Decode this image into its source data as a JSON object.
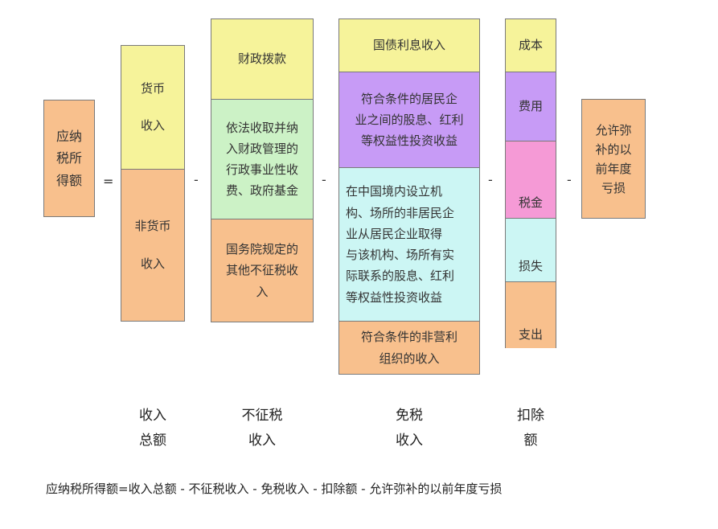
{
  "diagram": {
    "colors": {
      "orange": "#f8c08d",
      "yellow": "#f6f39a",
      "green": "#ccf2c6",
      "purple": "#c79bf6",
      "cyan": "#ccf6f4",
      "pink": "#f59ad6",
      "border": "#7a7a7a"
    },
    "taxable_income": "应纳\n税所\n得额",
    "op_equal": "=",
    "op_minus_1": "-",
    "op_minus_2": "-",
    "op_minus_3": "-",
    "op_minus_4": "-",
    "total_income": {
      "monetary": "货币\n\n收入",
      "non_monetary": "非货币\n\n收入",
      "caption": "收入\n总额"
    },
    "non_taxable": {
      "fiscal_allocation": "财政拨款",
      "admin_fees": "依法收取并纳\n入财政管理的\n行政事业性收\n费、政府基金",
      "other_state_council": "国务院规定的\n其他不征税收\n入",
      "caption": "不征税\n收入"
    },
    "tax_exempt": {
      "treasury_interest": "国债利息收入",
      "resident_dividends": "符合条件的居民企\n业之间的股息、红利\n等权益性投资收益",
      "nonresident_dividends": "在中国境内设立机\n构、场所的非居民企\n业从居民企业取得\n与该机构、场所有实\n际联系的股息、红利\n等权益性投资收益",
      "nonprofit_income": "符合条件的非营利\n组织的收入",
      "caption": "免税\n收入"
    },
    "deductions": {
      "cost": "成本",
      "expenses": "费用",
      "taxes": "税金",
      "losses": "损失",
      "other_expenditure": "支出",
      "caption": "扣除\n额"
    },
    "prior_losses": "允许弥\n补的以\n前年度\n亏损",
    "formula": "应纳税所得额=收入总额 - 不征税收入 - 免税收入 - 扣除额 - 允许弥补的以前年度亏损"
  }
}
